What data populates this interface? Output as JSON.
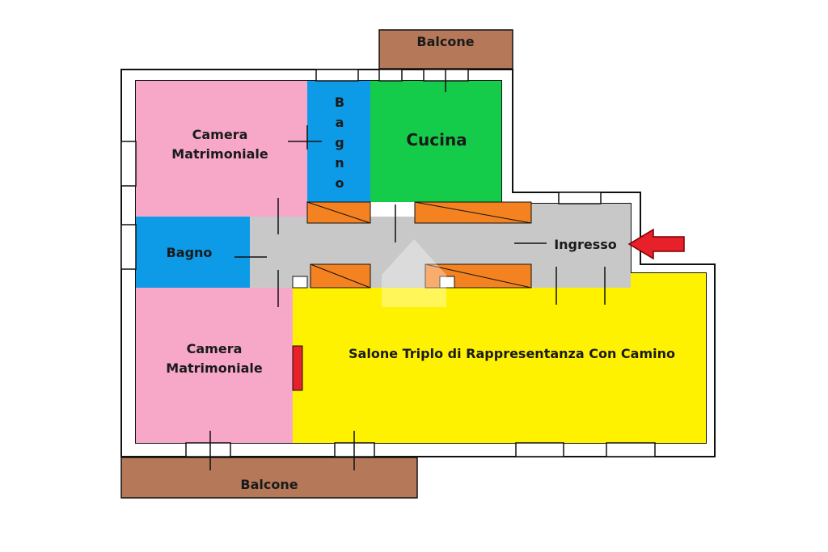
{
  "rooms": {
    "balcone_top": {
      "label": "Balcone",
      "color": "#b5795a"
    },
    "camera_1": {
      "label_line1": "Camera",
      "label_line2": "Matrimoniale",
      "color": "#f7a8c8"
    },
    "bagno_vertical": {
      "letters": [
        "B",
        "a",
        "g",
        "n",
        "o"
      ],
      "color": "#0d9be8"
    },
    "cucina": {
      "label": "Cucina",
      "color": "#14cc4a"
    },
    "bagno_left": {
      "label": "Bagno",
      "color": "#0d9be8"
    },
    "corridoio": {
      "color": "#c8c8c8"
    },
    "ingresso": {
      "label": "Ingresso",
      "color": "#c8c8c8"
    },
    "camera_2": {
      "label_line1": "Camera",
      "label_line2": "Matrimoniale",
      "color": "#f7a8c8"
    },
    "salone": {
      "label": "Salone Triplo di Rappresentanza Con Camino",
      "color": "#fff200"
    },
    "balcone_bottom": {
      "label": "Balcone",
      "color": "#b5795a"
    }
  },
  "wardrobe_color": "#f58220",
  "fireplace_color": "#e8202a",
  "arrow_color": "#e8202a"
}
